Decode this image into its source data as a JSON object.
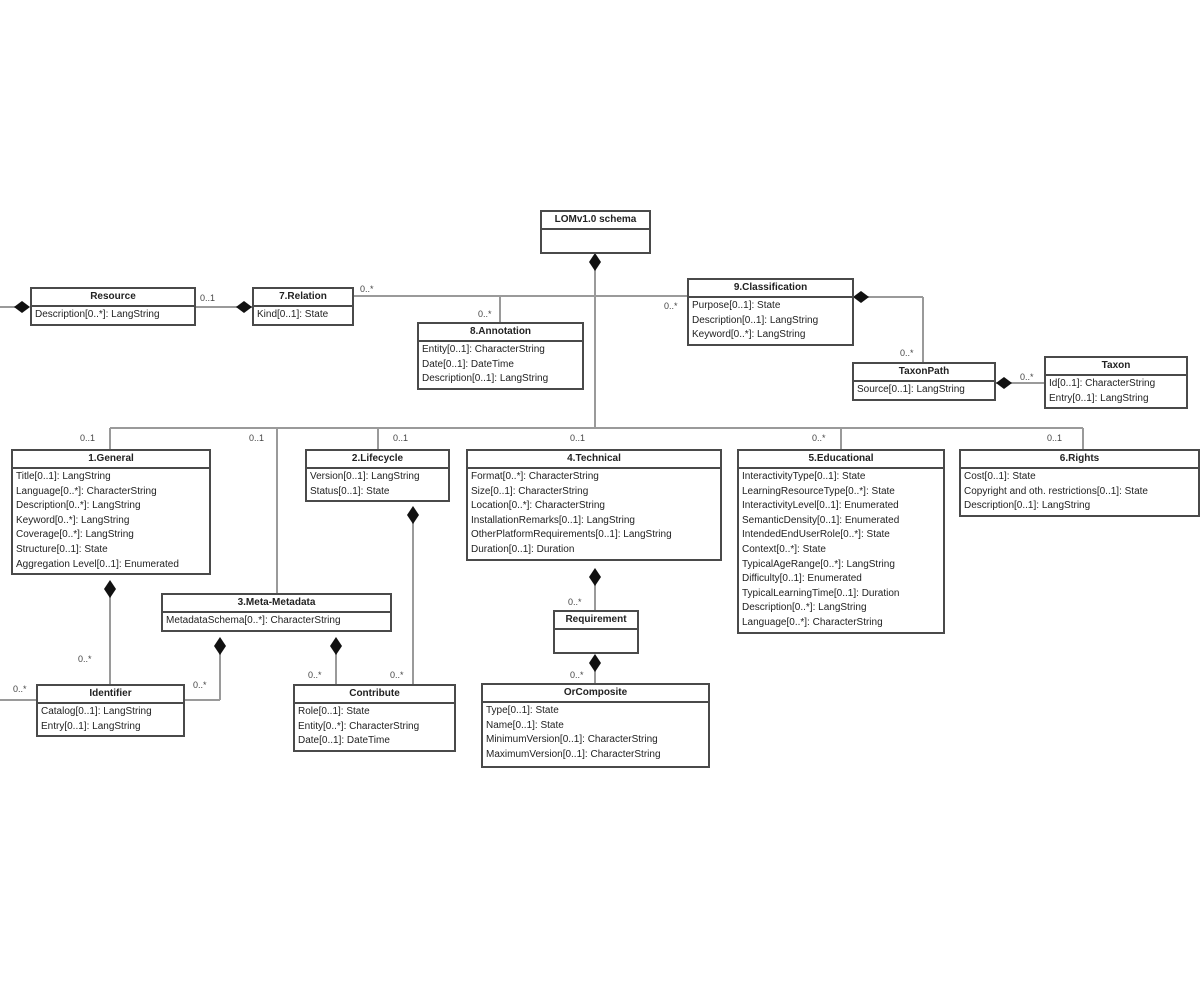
{
  "classes": [
    {
      "id": "lom",
      "name": "LOMv1.0 schema",
      "attrs": []
    },
    {
      "id": "resource",
      "name": "Resource",
      "attrs": [
        "Description[0..*]: LangString"
      ]
    },
    {
      "id": "relation",
      "name": "7.Relation",
      "attrs": [
        "Kind[0..1]: State"
      ]
    },
    {
      "id": "annotation",
      "name": "8.Annotation",
      "attrs": [
        "Entity[0..1]: CharacterString",
        "Date[0..1]: DateTime",
        "Description[0..1]: LangString"
      ]
    },
    {
      "id": "classification",
      "name": "9.Classification",
      "attrs": [
        "Purpose[0..1]: State",
        "Description[0..1]: LangString",
        "Keyword[0..*]: LangString"
      ]
    },
    {
      "id": "taxonpath",
      "name": "TaxonPath",
      "attrs": [
        "Source[0..1]: LangString"
      ]
    },
    {
      "id": "taxon",
      "name": "Taxon",
      "attrs": [
        "Id[0..1]: CharacterString",
        "Entry[0..1]: LangString"
      ]
    },
    {
      "id": "general",
      "name": "1.General",
      "attrs": [
        "Title[0..1]: LangString",
        "Language[0..*]: CharacterString",
        "Description[0..*]: LangString",
        "Keyword[0..*]: LangString",
        "Coverage[0..*]: LangString",
        "Structure[0..1]: State",
        "Aggregation Level[0..1]: Enumerated"
      ]
    },
    {
      "id": "lifecycle",
      "name": "2.Lifecycle",
      "attrs": [
        "Version[0..1]: LangString",
        "Status[0..1]: State"
      ]
    },
    {
      "id": "technical",
      "name": "4.Technical",
      "attrs": [
        "Format[0..*]: CharacterString",
        "Size[0..1]: CharacterString",
        "Location[0..*]: CharacterString",
        "InstallationRemarks[0..1]: LangString",
        "OtherPlatformRequirements[0..1]: LangString",
        "Duration[0..1]: Duration"
      ]
    },
    {
      "id": "educational",
      "name": "5.Educational",
      "attrs": [
        "InteractivityType[0..1]: State",
        "LearningResourceType[0..*]: State",
        "InteractivityLevel[0..1]: Enumerated",
        "SemanticDensity[0..1]: Enumerated",
        "IntendedEndUserRole[0..*]: State",
        "Context[0..*]: State",
        "TypicalAgeRange[0..*]: LangString",
        "Difficulty[0..1]: Enumerated",
        "TypicalLearningTime[0..1]: Duration",
        "Description[0..*]: LangString",
        "Language[0..*]: CharacterString"
      ]
    },
    {
      "id": "rights",
      "name": "6.Rights",
      "attrs": [
        "Cost[0..1]: State",
        "Copyright and oth. restrictions[0..1]: State",
        "Description[0..1]: LangString"
      ]
    },
    {
      "id": "metametadata",
      "name": "3.Meta-Metadata",
      "attrs": [
        "MetadataSchema[0..*]: CharacterString"
      ]
    },
    {
      "id": "requirement",
      "name": "Requirement",
      "attrs": []
    },
    {
      "id": "identifier",
      "name": "Identifier",
      "attrs": [
        "Catalog[0..1]: LangString",
        "Entry[0..1]: LangString"
      ]
    },
    {
      "id": "contribute",
      "name": "Contribute",
      "attrs": [
        "Role[0..1]: State",
        "Entity[0..*]: CharacterString",
        "Date[0..1]: DateTime"
      ]
    },
    {
      "id": "orcomposite",
      "name": "OrComposite",
      "attrs": [
        "Type[0..1]: State",
        "Name[0..1]: State",
        "MinimumVersion[0..1]: CharacterString",
        "MaximumVersion[0..1]: CharacterString"
      ]
    }
  ],
  "multiplicities": {
    "resource_relation": "0..1",
    "relation_root": "0..*",
    "annotation": "0..*",
    "classification": "0..*",
    "taxonpath": "0..*",
    "taxon": "0..*",
    "general": "0..1",
    "metametadata": "0..1",
    "lifecycle": "0..1",
    "technical": "0..1",
    "educational": "0..*",
    "rights": "0..1",
    "identifier_general": "0..*",
    "identifier_left": "0..*",
    "identifier_meta": "0..*",
    "contribute_meta": "0..*",
    "contribute_life": "0..*",
    "requirement": "0..*",
    "orcomposite": "0..*"
  },
  "colors": {
    "line": "#9a9a9a",
    "border": "#4a4a4a",
    "diamond": "#111111"
  }
}
